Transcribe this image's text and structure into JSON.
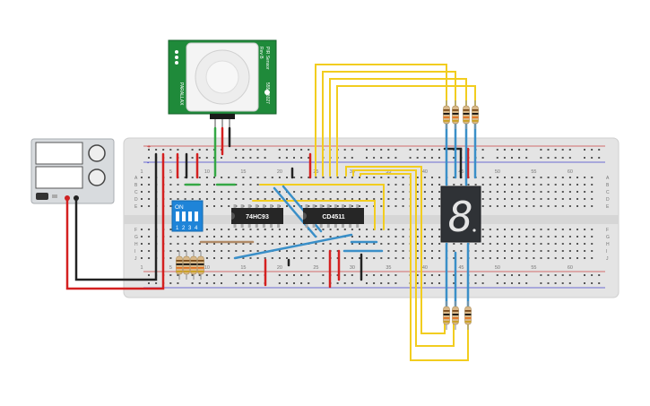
{
  "pir_sensor": {
    "brand_text": "PIR Sensor",
    "rev_text": "Rev B",
    "part_text": "555-28027",
    "marking_text": "PARALLAX"
  },
  "breadboard": {
    "columns": [
      "1",
      "5",
      "10",
      "15",
      "20",
      "25",
      "30",
      "35",
      "40",
      "45",
      "50",
      "55",
      "60"
    ],
    "rows_top": [
      "A",
      "B",
      "C",
      "D",
      "E"
    ],
    "rows_bottom": [
      "F",
      "G",
      "H",
      "I",
      "J"
    ],
    "rail_plus": "+",
    "rail_minus": "-"
  },
  "chips": {
    "counter": "74HC93",
    "decoder": "CD4511"
  },
  "dip_switch": {
    "on_label": "ON",
    "numbers": [
      "1",
      "2",
      "3",
      "4"
    ]
  },
  "display": {
    "digit": "8"
  },
  "colors": {
    "breadboard": "#e6e6e6",
    "wire_yellow": "#f2cd1f",
    "wire_blue": "#3a8fc8",
    "wire_red": "#d42020",
    "wire_black": "#222222",
    "wire_green": "#35a845",
    "pcb_green": "#1f8a3a",
    "chip_body": "#262626",
    "dip_blue": "#1f84d8",
    "display_body": "#2f3236",
    "display_segment": "#e4e4e4",
    "psu_body": "#d8dbde"
  }
}
